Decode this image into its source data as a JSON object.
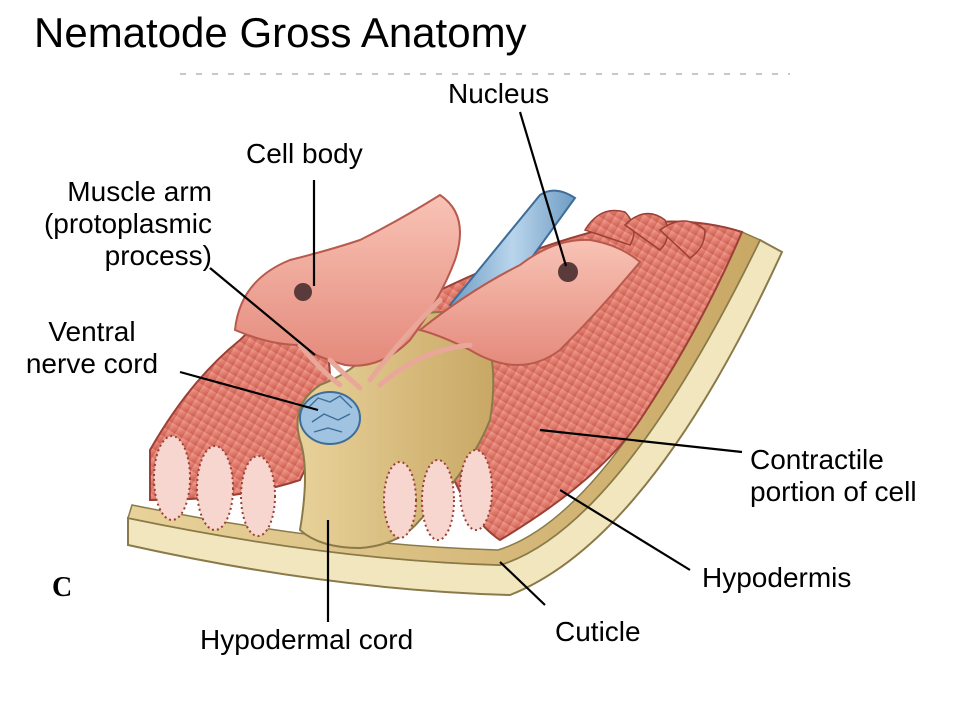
{
  "title": "Nematode Gross Anatomy",
  "panel_letter": "C",
  "labels": {
    "nucleus": "Nucleus",
    "cell_body": "Cell body",
    "muscle_arm": [
      "Muscle arm",
      "(protoplasmic",
      "process)"
    ],
    "ventral_nerve_cord": [
      "Ventral",
      "nerve cord"
    ],
    "contractile_portion": [
      "Contractile",
      "portion of cell"
    ],
    "hypodermis": "Hypodermis",
    "cuticle": "Cuticle",
    "hypodermal_cord": "Hypodermal cord"
  },
  "colors": {
    "muscle": "#e8877a",
    "muscle_dark": "#c45a4e",
    "hypodermis": "#d9bf83",
    "cuticle": "#f1e6bd",
    "nerve": "#9fc3e0",
    "nucleus": "#5a3a3a"
  }
}
